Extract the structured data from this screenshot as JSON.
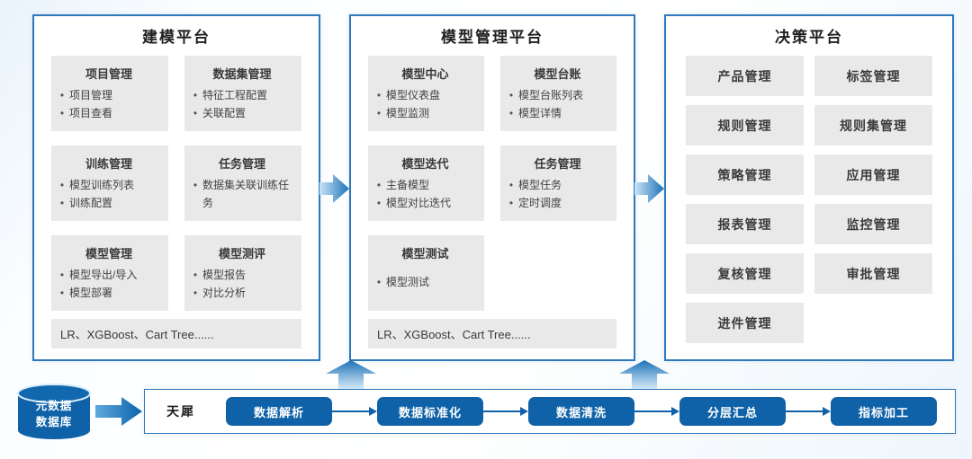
{
  "colors": {
    "accent_border": "#2e78bc",
    "pill_blue": "#0f62a7",
    "card_gray": "#e9e9e9",
    "arrow_light": "#c9e5f8",
    "arrow_dark": "#2c7cc0"
  },
  "platforms": [
    {
      "title": "建模平台",
      "cards": [
        {
          "title": "项目管理",
          "items": [
            "项目管理",
            "项目查看"
          ]
        },
        {
          "title": "数据集管理",
          "items": [
            "特征工程配置",
            "关联配置"
          ]
        },
        {
          "title": "训练管理",
          "items": [
            "模型训练列表",
            "训练配置"
          ]
        },
        {
          "title": "任务管理",
          "items": [
            "数据集关联训练任务"
          ]
        },
        {
          "title": "模型管理",
          "items": [
            "模型导出/导入",
            "模型部署"
          ]
        },
        {
          "title": "模型测评",
          "items": [
            "模型报告",
            "对比分析"
          ]
        }
      ],
      "footer": "LR、XGBoost、Cart Tree......"
    },
    {
      "title": "模型管理平台",
      "cards": [
        {
          "title": "模型中心",
          "items": [
            "模型仪表盘",
            "模型监测"
          ]
        },
        {
          "title": "模型台账",
          "items": [
            "模型台账列表",
            "模型详情"
          ]
        },
        {
          "title": "模型迭代",
          "items": [
            "主备模型",
            "模型对比迭代"
          ]
        },
        {
          "title": "任务管理",
          "items": [
            "模型任务",
            "定时调度"
          ]
        },
        {
          "title": "模型测试",
          "items": [
            "模型测试"
          ]
        }
      ],
      "footer": "LR、XGBoost、Cart Tree......"
    },
    {
      "title": "决策平台",
      "modules": [
        "产品管理",
        "标签管理",
        "规则管理",
        "规则集管理",
        "策略管理",
        "应用管理",
        "报表管理",
        "监控管理",
        "复核管理",
        "审批管理",
        "进件管理"
      ]
    }
  ],
  "pipeline": {
    "source": {
      "line1": "元数据",
      "line2": "数据库"
    },
    "label": "天犀",
    "stages": [
      "数据解析",
      "数据标准化",
      "数据清洗",
      "分层汇总",
      "指标加工"
    ]
  }
}
